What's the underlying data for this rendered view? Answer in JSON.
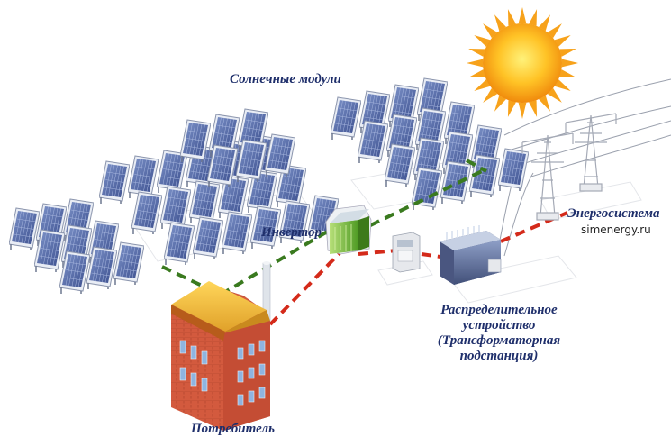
{
  "labels": {
    "solar_modules": "Солнечные модули",
    "inverter": "Инвертор",
    "grid": "Энергосистема",
    "distribution_line1": "Распределительное",
    "distribution_line2": "устройство",
    "distribution_line3": "(Трансформаторная",
    "distribution_line4": "подстанция)",
    "consumer": "Потребитель",
    "watermark": "simenergy.ru"
  },
  "colors": {
    "dc_link": "#3a7a1f",
    "ac_link": "#d42a1a",
    "label": "#1f2f6b",
    "sun": "#f7a21b"
  },
  "icons": [
    "sun-icon",
    "solar-panel-icon",
    "inverter-icon",
    "meter-icon",
    "transformer-icon",
    "power-tower-icon",
    "building-icon"
  ]
}
